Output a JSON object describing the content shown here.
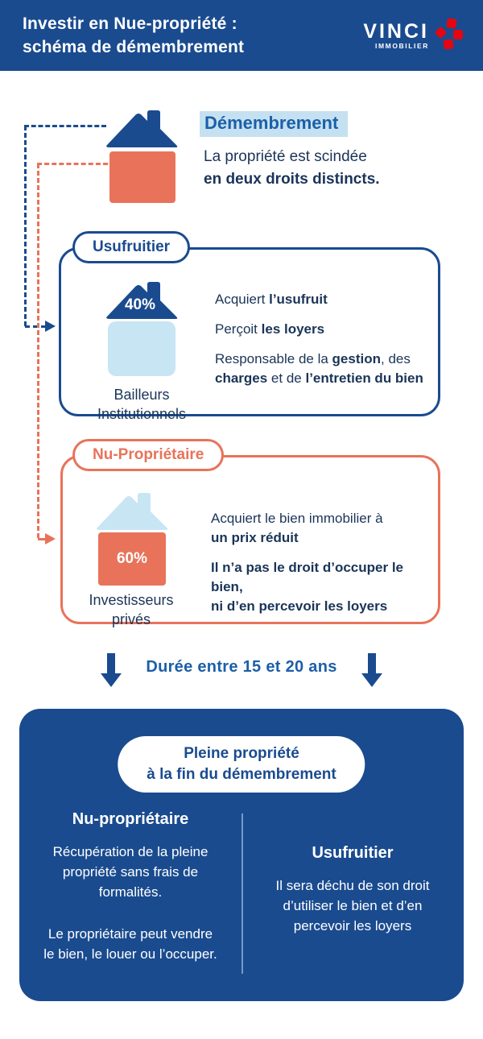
{
  "colors": {
    "primary_blue": "#1A4B8F",
    "heading_blue": "#1C5FA8",
    "navy_text": "#1A3458",
    "coral": "#E8735A",
    "light_blue": "#C8E5F4",
    "heading_highlight": "#C5E1F1",
    "logo_red": "#E30613",
    "white": "#FFFFFF"
  },
  "header": {
    "title_line1": "Investir en Nue-propriété :",
    "title_line2": "schéma de démembrement",
    "brand": "VINCI",
    "brand_sub": "IMMOBILIER"
  },
  "intro": {
    "heading": "Démembrement",
    "line1": "La propriété est scindée",
    "line2": "en deux droits distincts."
  },
  "usufruitier": {
    "label": "Usufruitier",
    "percent": "40%",
    "caption1": "Bailleurs",
    "caption2": "Institutionnels",
    "b1_pre": "Acquiert ",
    "b1_bold": "l’usufruit",
    "b2_pre": "Perçoit ",
    "b2_bold": "les loyers",
    "b3_s1": "Responsable de la ",
    "b3_b1": "gestion",
    "b3_s2": ", des ",
    "b3_b2": "charges",
    "b3_s3": " et de ",
    "b3_b3": "l’entretien du bien"
  },
  "nu_proprietaire": {
    "label": "Nu-Propriétaire",
    "percent": "60%",
    "caption1": "Investisseurs",
    "caption2": "privés",
    "b1_line1": "Acquiert le bien immobilier à",
    "b1_line2": "un prix réduit",
    "b2_line1": "Il n’a pas le droit d’occuper le bien,",
    "b2_line2": "ni d’en percevoir les loyers"
  },
  "duration": {
    "label": "Durée entre 15 et 20 ans"
  },
  "result": {
    "pill_line1": "Pleine propriété",
    "pill_line2": "à la fin du démembrement",
    "left_heading": "Nu-propriétaire",
    "left_para1": "Récupération de la pleine propriété sans frais de formalités.",
    "left_para2": "Le propriétaire peut vendre le bien, le louer ou l’occuper.",
    "right_heading": "Usufruitier",
    "right_para": "Il sera déchu de son droit d’utiliser le bien et d’en percevoir les loyers"
  }
}
